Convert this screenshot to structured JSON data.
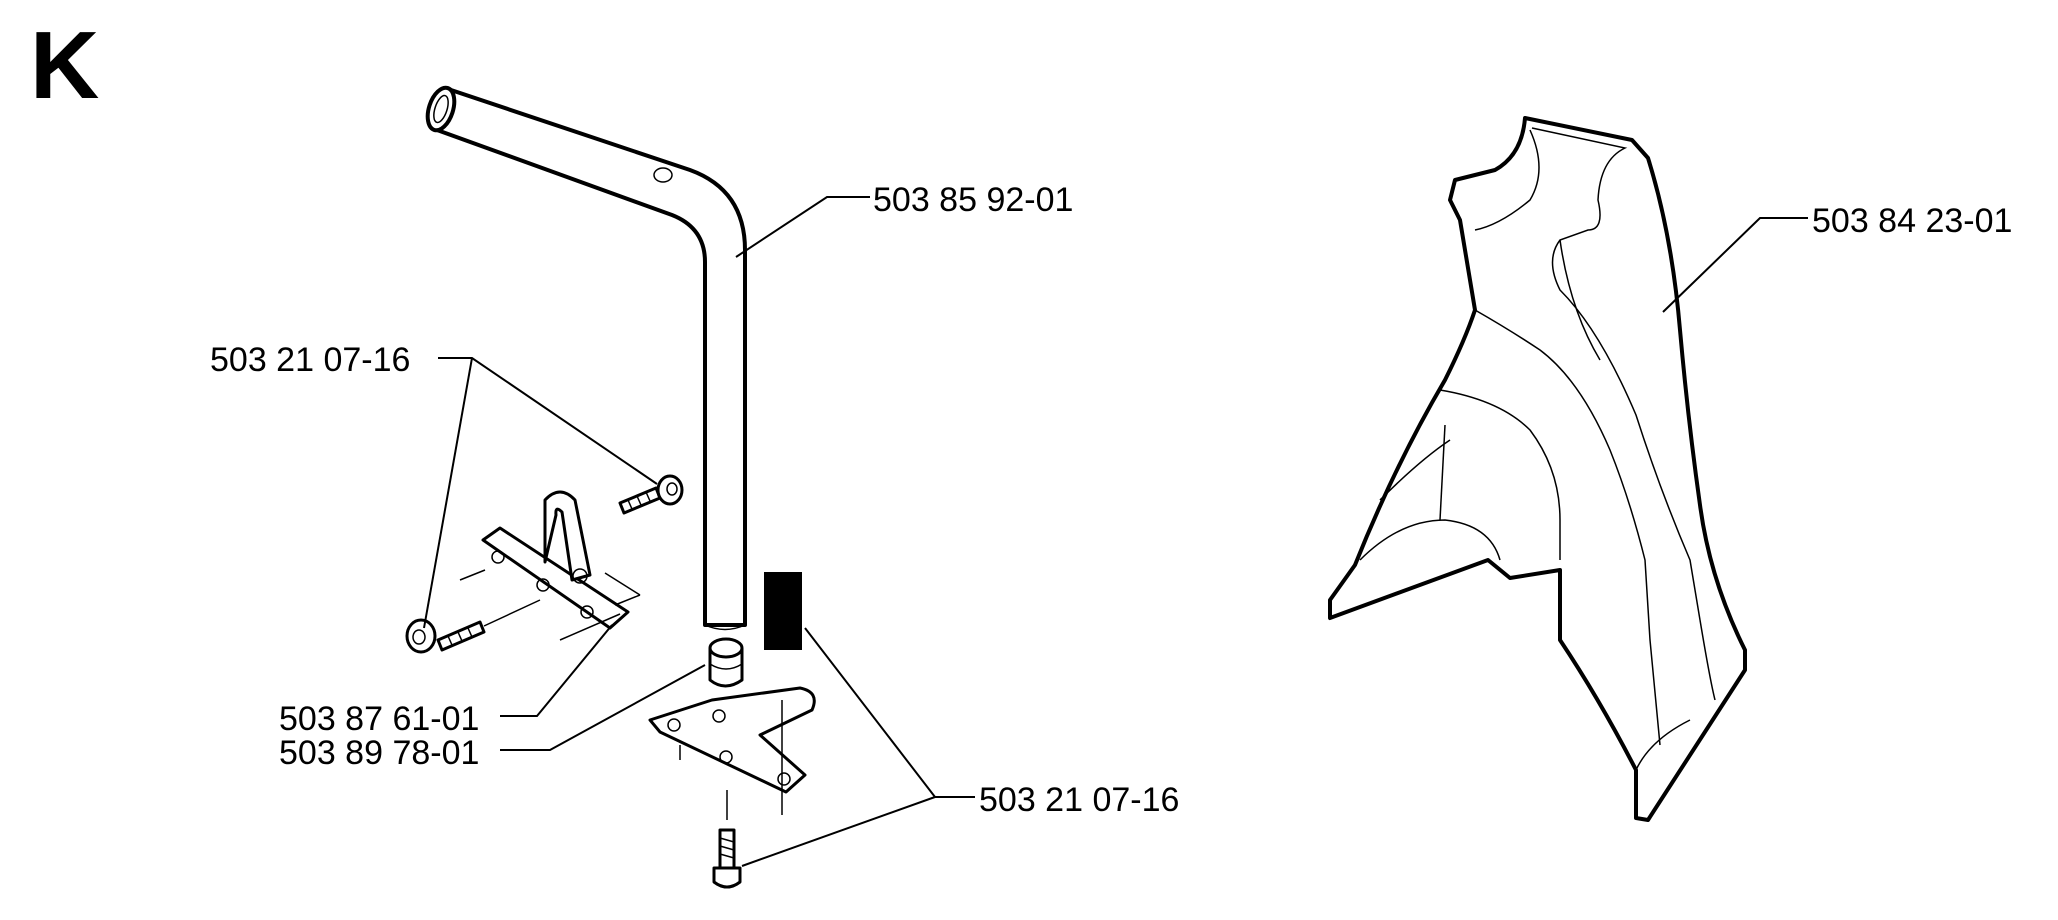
{
  "section_letter": "K",
  "labels": {
    "handle_tube": "503 85 92-01",
    "guard": "503 84 23-01",
    "screw_top": "503 21 07-16",
    "bracket": "503 87 61-01",
    "rubber_plug": "503 89 78-01",
    "screw_bottom": "503 21 07-16"
  }
}
